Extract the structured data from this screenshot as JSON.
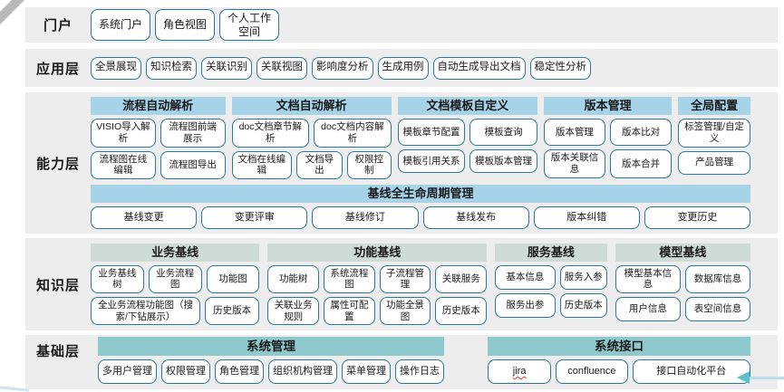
{
  "colors": {
    "band_background": "#ededed",
    "capability_header": "#a6d3e8",
    "knowledge_header": "#cedbd6",
    "foundation_header": "#8ec9ce",
    "button_border": "#2a7895",
    "misspell_underline": "#e03a3a",
    "arrow_accent": "#5ec1c9"
  },
  "icons": {
    "bottom_right_arrow": "left-arrow"
  },
  "layers": [
    {
      "id": "portal",
      "label": "门户",
      "sections": [
        {
          "groups": [
            {
              "header": null,
              "rows": [
                [
                  "系统门户",
                  "角色视图",
                  "个人工作空间"
                ]
              ]
            }
          ]
        }
      ]
    },
    {
      "id": "application",
      "label": "应用层",
      "sections": [
        {
          "groups": [
            {
              "header": null,
              "rows": [
                [
                  "全景展现",
                  "知识检索",
                  "关联识别",
                  "关联视图",
                  "影响度分析",
                  "生成用例",
                  "自动生成导出文档",
                  "稳定性分析"
                ]
              ]
            }
          ]
        }
      ]
    },
    {
      "id": "capability",
      "label": "能力层",
      "sections": [
        {
          "groups": [
            {
              "header": "流程自动解析",
              "rows": [
                [
                  "VISIO导入解析",
                  "流程图前端展示"
                ],
                [
                  "流程图在线编辑",
                  "流程图导出"
                ]
              ]
            },
            {
              "header": "文档自动解析",
              "rows": [
                [
                  "doc文档章节解析",
                  "doc文档内容解析"
                ],
                [
                  "文档在线编辑",
                  "文档导出",
                  "权限控制"
                ]
              ]
            },
            {
              "header": "文档模板自定义",
              "rows": [
                [
                  "模板章节配置",
                  "模板查询"
                ],
                [
                  "模板引用关系",
                  "模板版本管理"
                ]
              ]
            },
            {
              "header": "版本管理",
              "rows": [
                [
                  "版本管理",
                  "版本比对"
                ],
                [
                  "版本关联信息",
                  "版本合并"
                ]
              ]
            },
            {
              "header": "全局配置",
              "rows": [
                [
                  "标签管理/自定义"
                ],
                [
                  "产品管理"
                ]
              ]
            }
          ]
        },
        {
          "groups": [
            {
              "header": "基线全生命周期管理",
              "rows": [
                [
                  "基线变更",
                  "变更评审",
                  "基线修订",
                  "基线发布",
                  "版本纠错",
                  "变更历史"
                ]
              ]
            }
          ]
        }
      ]
    },
    {
      "id": "knowledge",
      "label": "知识层",
      "sections": [
        {
          "groups": [
            {
              "header": "业务基线",
              "rows": [
                [
                  "业务基线树",
                  "业务流程图",
                  "功能图"
                ],
                [
                  "全业务流程功能图（搜索/下钻展示）",
                  "历史版本"
                ]
              ]
            },
            {
              "header": "功能基线",
              "rows": [
                [
                  "功能树",
                  "系统流程图",
                  "子流程管理",
                  "关联服务"
                ],
                [
                  "关联业务规则",
                  "属性可配置",
                  "功能全景图",
                  "历史版本"
                ]
              ]
            },
            {
              "header": "服务基线",
              "rows": [
                [
                  "基本信息",
                  "服务入参"
                ],
                [
                  "服务出参",
                  "历史版本"
                ]
              ]
            },
            {
              "header": "模型基线",
              "rows": [
                [
                  "模型基本信息",
                  "数据库信息"
                ],
                [
                  "用户信息",
                  "表空间信息"
                ]
              ]
            }
          ]
        }
      ]
    },
    {
      "id": "foundation",
      "label": "基础层",
      "sections": [
        {
          "groups": [
            {
              "header": "系统管理",
              "rows": [
                [
                  "多用户管理",
                  "权限管理",
                  "角色管理",
                  "组织机构管理",
                  "菜单管理",
                  "操作日志"
                ]
              ]
            },
            {
              "header": "系统接口",
              "rows": [
                [
                  "jira",
                  "confluence",
                  "接口自动化平台"
                ]
              ]
            }
          ]
        }
      ]
    }
  ]
}
